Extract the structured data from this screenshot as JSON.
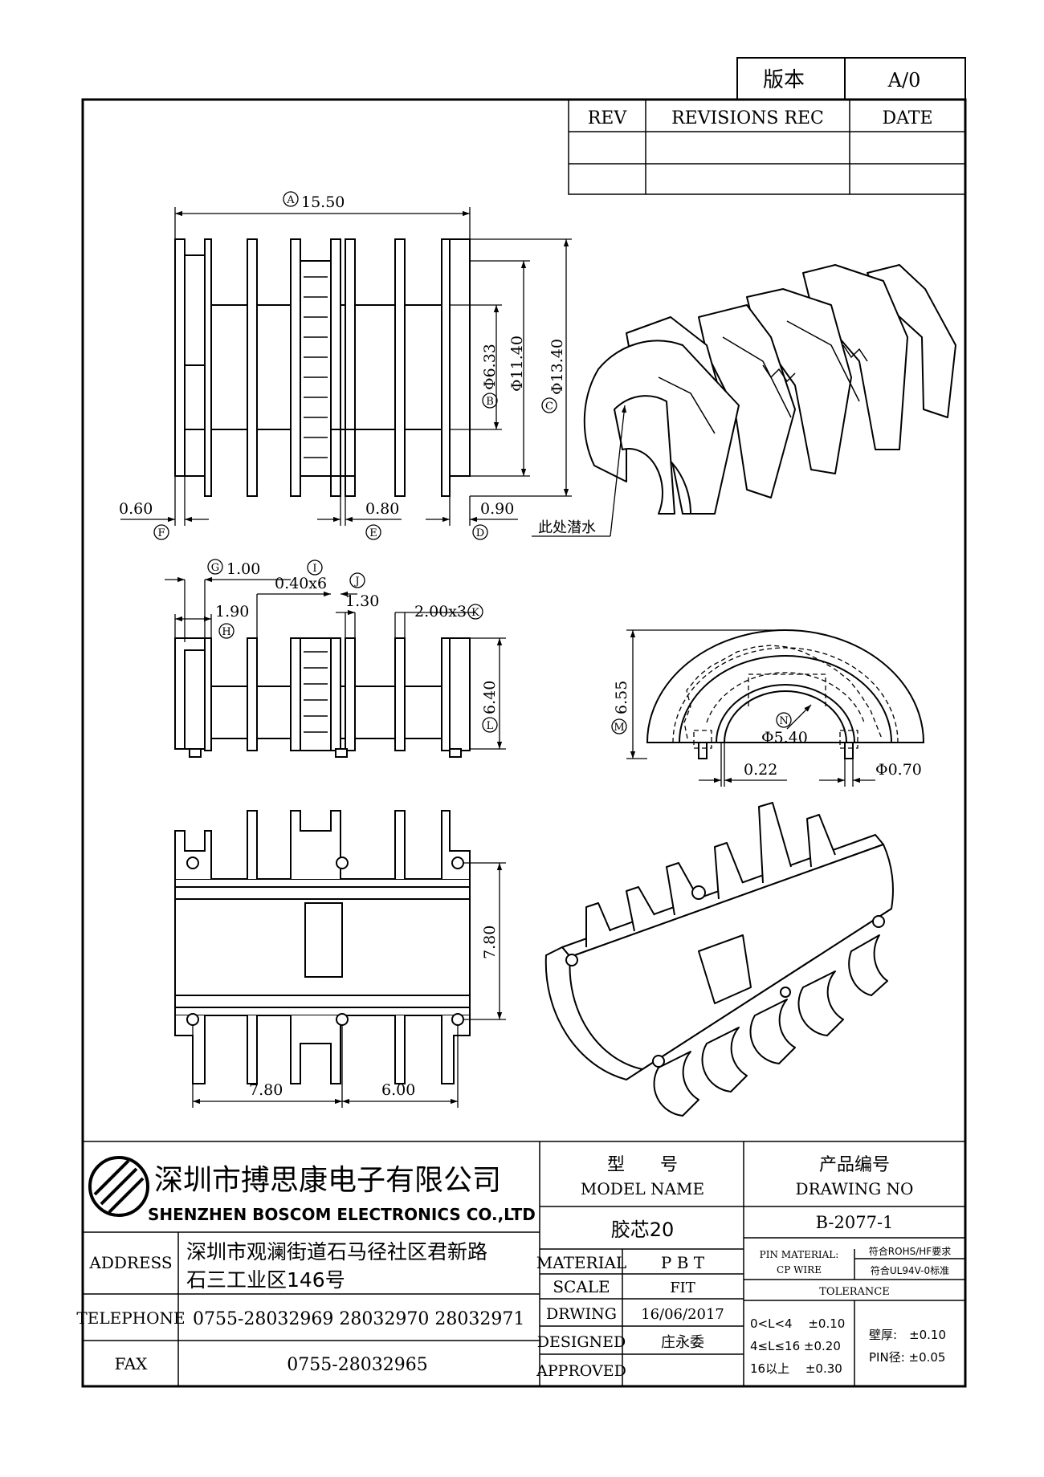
{
  "version_box": {
    "label": "版本",
    "value": "A/0"
  },
  "revisions": {
    "headers": [
      "REV",
      "REVISIONS REC",
      "DATE"
    ],
    "rows": [
      [
        "",
        "",
        ""
      ],
      [
        "",
        "",
        ""
      ]
    ]
  },
  "dimensions": {
    "A": "15.50",
    "B": "Φ6.33",
    "C": "Φ13.40",
    "phi1140": "Φ11.40",
    "F": "0.60",
    "E": "0.80",
    "D": "0.90",
    "G": "1.00",
    "I": "0.40x6",
    "H": "1.90",
    "J": "1.30",
    "K": "2.00x3",
    "L": "6.40",
    "M": "6.55",
    "N": "Φ5.40",
    "d022": "0.22",
    "phi070": "Φ0.70",
    "d780v": "7.80",
    "d780h": "7.80",
    "d600": "6.00"
  },
  "callout_labels": [
    "A",
    "B",
    "C",
    "D",
    "E",
    "F",
    "G",
    "H",
    "I",
    "J",
    "K",
    "L",
    "M",
    "N"
  ],
  "note": "此处潜水",
  "title_block": {
    "company_cn": "深圳市搏思康电子有限公司",
    "company_en": "SHENZHEN BOSCOM ELECTRONICS CO.,LTD",
    "address_label": "ADDRESS",
    "address_line1": "深圳市观澜街道石马径社区君新路",
    "address_line2": "石三工业区146号",
    "telephone_label": "TELEPHONE",
    "telephone": "0755-28032969 28032970 28032971",
    "fax_label": "FAX",
    "fax": "0755-28032965",
    "model_name_cn": "型　　号",
    "model_name_en": "MODEL NAME",
    "model_value": "胶芯20",
    "drawing_no_cn": "产品编号",
    "drawing_no_en": "DRAWING NO",
    "drawing_no_value": "B-2077-1",
    "material_label": "MATERIAL",
    "material_value": "P B T",
    "scale_label": "SCALE",
    "scale_value": "FIT",
    "drawing_label": "DRWING",
    "drawing_date": "16/06/2017",
    "designed_label": "DESIGNED",
    "designed_value": "庄永委",
    "approved_label": "APPROVED",
    "approved_value": "",
    "pin_material_label": "PIN MATERIAL:",
    "pin_material_value": "CP WIRE",
    "rohs": "符合ROHS/HF要求",
    "ul": "符合UL94V-0标准",
    "tolerance_label": "TOLERANCE",
    "tol1": "0<L<4　 ±0.10",
    "tol2": "4≤L≤16 ±0.20",
    "tol3": "16以上　 ±0.30",
    "wall": "壁厚:　±0.10",
    "pin_dia": "PIN径: ±0.05"
  }
}
